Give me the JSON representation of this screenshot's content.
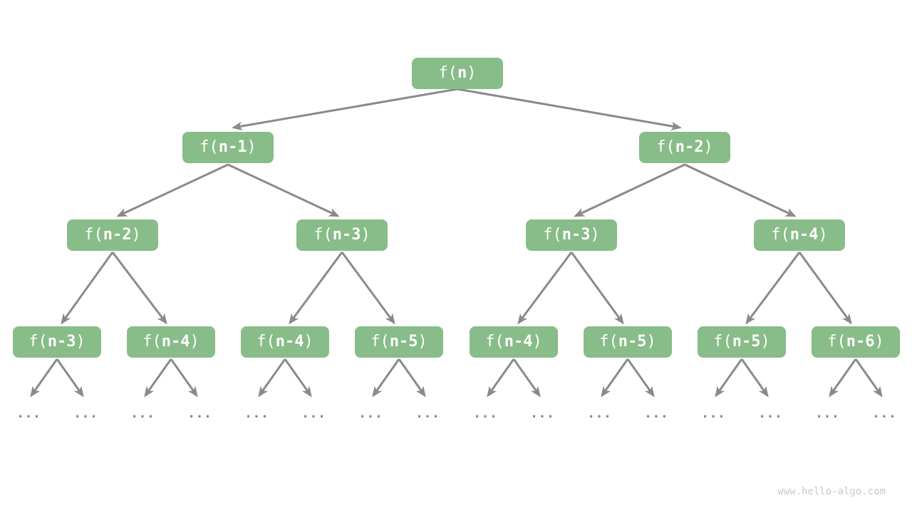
{
  "page": {
    "background": "#ffffff",
    "watermark": "www.hello-algo.com"
  },
  "colors": {
    "page_bg": "#ffffff",
    "node_fill": "#88BC88",
    "node_text": "#ffffff",
    "arrow": "#8A8A8A",
    "ellipsis_text": "#8A8A8A",
    "watermark_text": "#C9C9C9"
  },
  "tree": {
    "description": "recursion-tree",
    "levels": [
      {
        "nodes": [
          {
            "pre": "f(",
            "arg": "n",
            "post": ")"
          }
        ]
      },
      {
        "nodes": [
          {
            "pre": "f(",
            "arg": "n-1",
            "post": ")"
          },
          {
            "pre": "f(",
            "arg": "n-2",
            "post": ")"
          }
        ]
      },
      {
        "nodes": [
          {
            "pre": "f(",
            "arg": "n-2",
            "post": ")"
          },
          {
            "pre": "f(",
            "arg": "n-3",
            "post": ")"
          },
          {
            "pre": "f(",
            "arg": "n-3",
            "post": ")"
          },
          {
            "pre": "f(",
            "arg": "n-4",
            "post": ")"
          }
        ]
      },
      {
        "nodes": [
          {
            "pre": "f(",
            "arg": "n-3",
            "post": ")"
          },
          {
            "pre": "f(",
            "arg": "n-4",
            "post": ")"
          },
          {
            "pre": "f(",
            "arg": "n-4",
            "post": ")"
          },
          {
            "pre": "f(",
            "arg": "n-5",
            "post": ")"
          },
          {
            "pre": "f(",
            "arg": "n-4",
            "post": ")"
          },
          {
            "pre": "f(",
            "arg": "n-5",
            "post": ")"
          },
          {
            "pre": "f(",
            "arg": "n-5",
            "post": ")"
          },
          {
            "pre": "f(",
            "arg": "n-6",
            "post": ")"
          }
        ]
      },
      {
        "nodes": [
          {
            "label": "..."
          },
          {
            "label": "..."
          },
          {
            "label": "..."
          },
          {
            "label": "..."
          },
          {
            "label": "..."
          },
          {
            "label": "..."
          },
          {
            "label": "..."
          },
          {
            "label": "..."
          },
          {
            "label": "..."
          },
          {
            "label": "..."
          },
          {
            "label": "..."
          },
          {
            "label": "..."
          },
          {
            "label": "..."
          },
          {
            "label": "..."
          },
          {
            "label": "..."
          },
          {
            "label": "..."
          }
        ]
      }
    ],
    "edges": [
      [
        0,
        0,
        1,
        0
      ],
      [
        0,
        0,
        1,
        1
      ],
      [
        1,
        0,
        2,
        0
      ],
      [
        1,
        0,
        2,
        1
      ],
      [
        1,
        1,
        2,
        2
      ],
      [
        1,
        1,
        2,
        3
      ],
      [
        2,
        0,
        3,
        0
      ],
      [
        2,
        0,
        3,
        1
      ],
      [
        2,
        1,
        3,
        2
      ],
      [
        2,
        1,
        3,
        3
      ],
      [
        2,
        2,
        3,
        4
      ],
      [
        2,
        2,
        3,
        5
      ],
      [
        2,
        3,
        3,
        6
      ],
      [
        2,
        3,
        3,
        7
      ],
      [
        3,
        0,
        4,
        0
      ],
      [
        3,
        0,
        4,
        1
      ],
      [
        3,
        1,
        4,
        2
      ],
      [
        3,
        1,
        4,
        3
      ],
      [
        3,
        2,
        4,
        4
      ],
      [
        3,
        2,
        4,
        5
      ],
      [
        3,
        3,
        4,
        6
      ],
      [
        3,
        3,
        4,
        7
      ],
      [
        3,
        4,
        4,
        8
      ],
      [
        3,
        4,
        4,
        9
      ],
      [
        3,
        5,
        4,
        10
      ],
      [
        3,
        5,
        4,
        11
      ],
      [
        3,
        6,
        4,
        12
      ],
      [
        3,
        6,
        4,
        13
      ],
      [
        3,
        7,
        4,
        14
      ],
      [
        3,
        7,
        4,
        15
      ]
    ]
  }
}
